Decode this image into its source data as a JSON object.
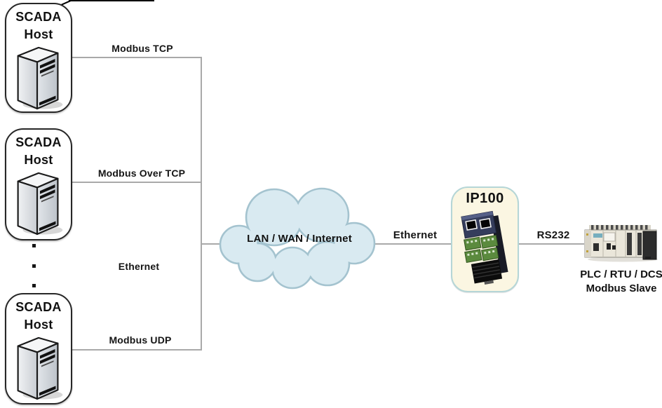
{
  "nodes": {
    "scada_hosts": [
      {
        "title_line1": "SCADA",
        "title_line2": "Host"
      },
      {
        "title_line1": "SCADA",
        "title_line2": "Host"
      },
      {
        "title_line1": "SCADA",
        "title_line2": "Host"
      }
    ],
    "cloud": {
      "label": "LAN / WAN / Internet"
    },
    "gateway": {
      "title": "IP100"
    },
    "slave": {
      "caption_line1": "PLC / RTU / DCS",
      "caption_line2": "Modbus Slave"
    }
  },
  "links": [
    {
      "id": "modbus-tcp",
      "label": "Modbus TCP"
    },
    {
      "id": "modbus-over-tcp",
      "label": "Modbus Over TCP"
    },
    {
      "id": "ethernet-left",
      "label": "Ethernet"
    },
    {
      "id": "modbus-udp",
      "label": "Modbus UDP"
    },
    {
      "id": "ethernet-right",
      "label": "Ethernet"
    },
    {
      "id": "rs232",
      "label": "RS232"
    }
  ],
  "colors": {
    "connector_line": "#a9a9a9",
    "cloud_fill": "#d9eaf1",
    "cloud_border": "#a4c3cf",
    "gateway_fill": "#fbf6e2",
    "gateway_border": "#b5d6d7",
    "scada_box_border": "#272727",
    "text": "#151515"
  }
}
